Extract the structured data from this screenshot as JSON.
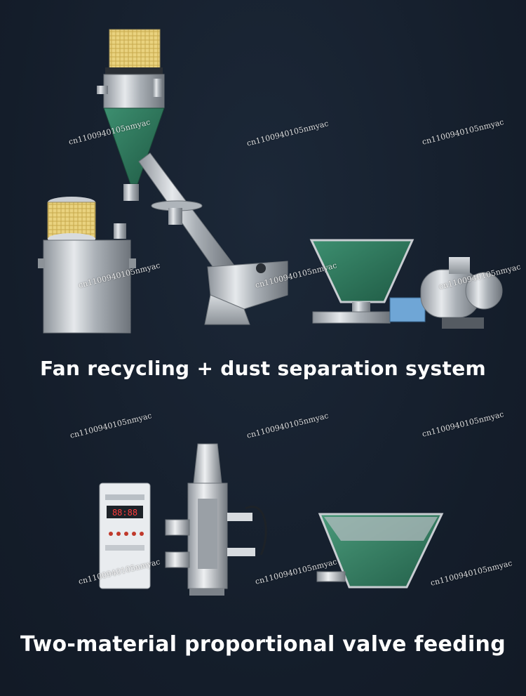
{
  "captions": {
    "top": "Fan recycling + dust separation system",
    "bottom": "Two-material proportional valve feeding"
  },
  "watermark": "cn1100940105nmyac",
  "colors": {
    "background": "#16202e",
    "steel": "#c9cdd2",
    "hopper_green": "#2f7a5e",
    "filter_yellow": "#e8cf7a",
    "caption": "#ffffff"
  },
  "controller": {
    "display_digits": "88:88"
  }
}
